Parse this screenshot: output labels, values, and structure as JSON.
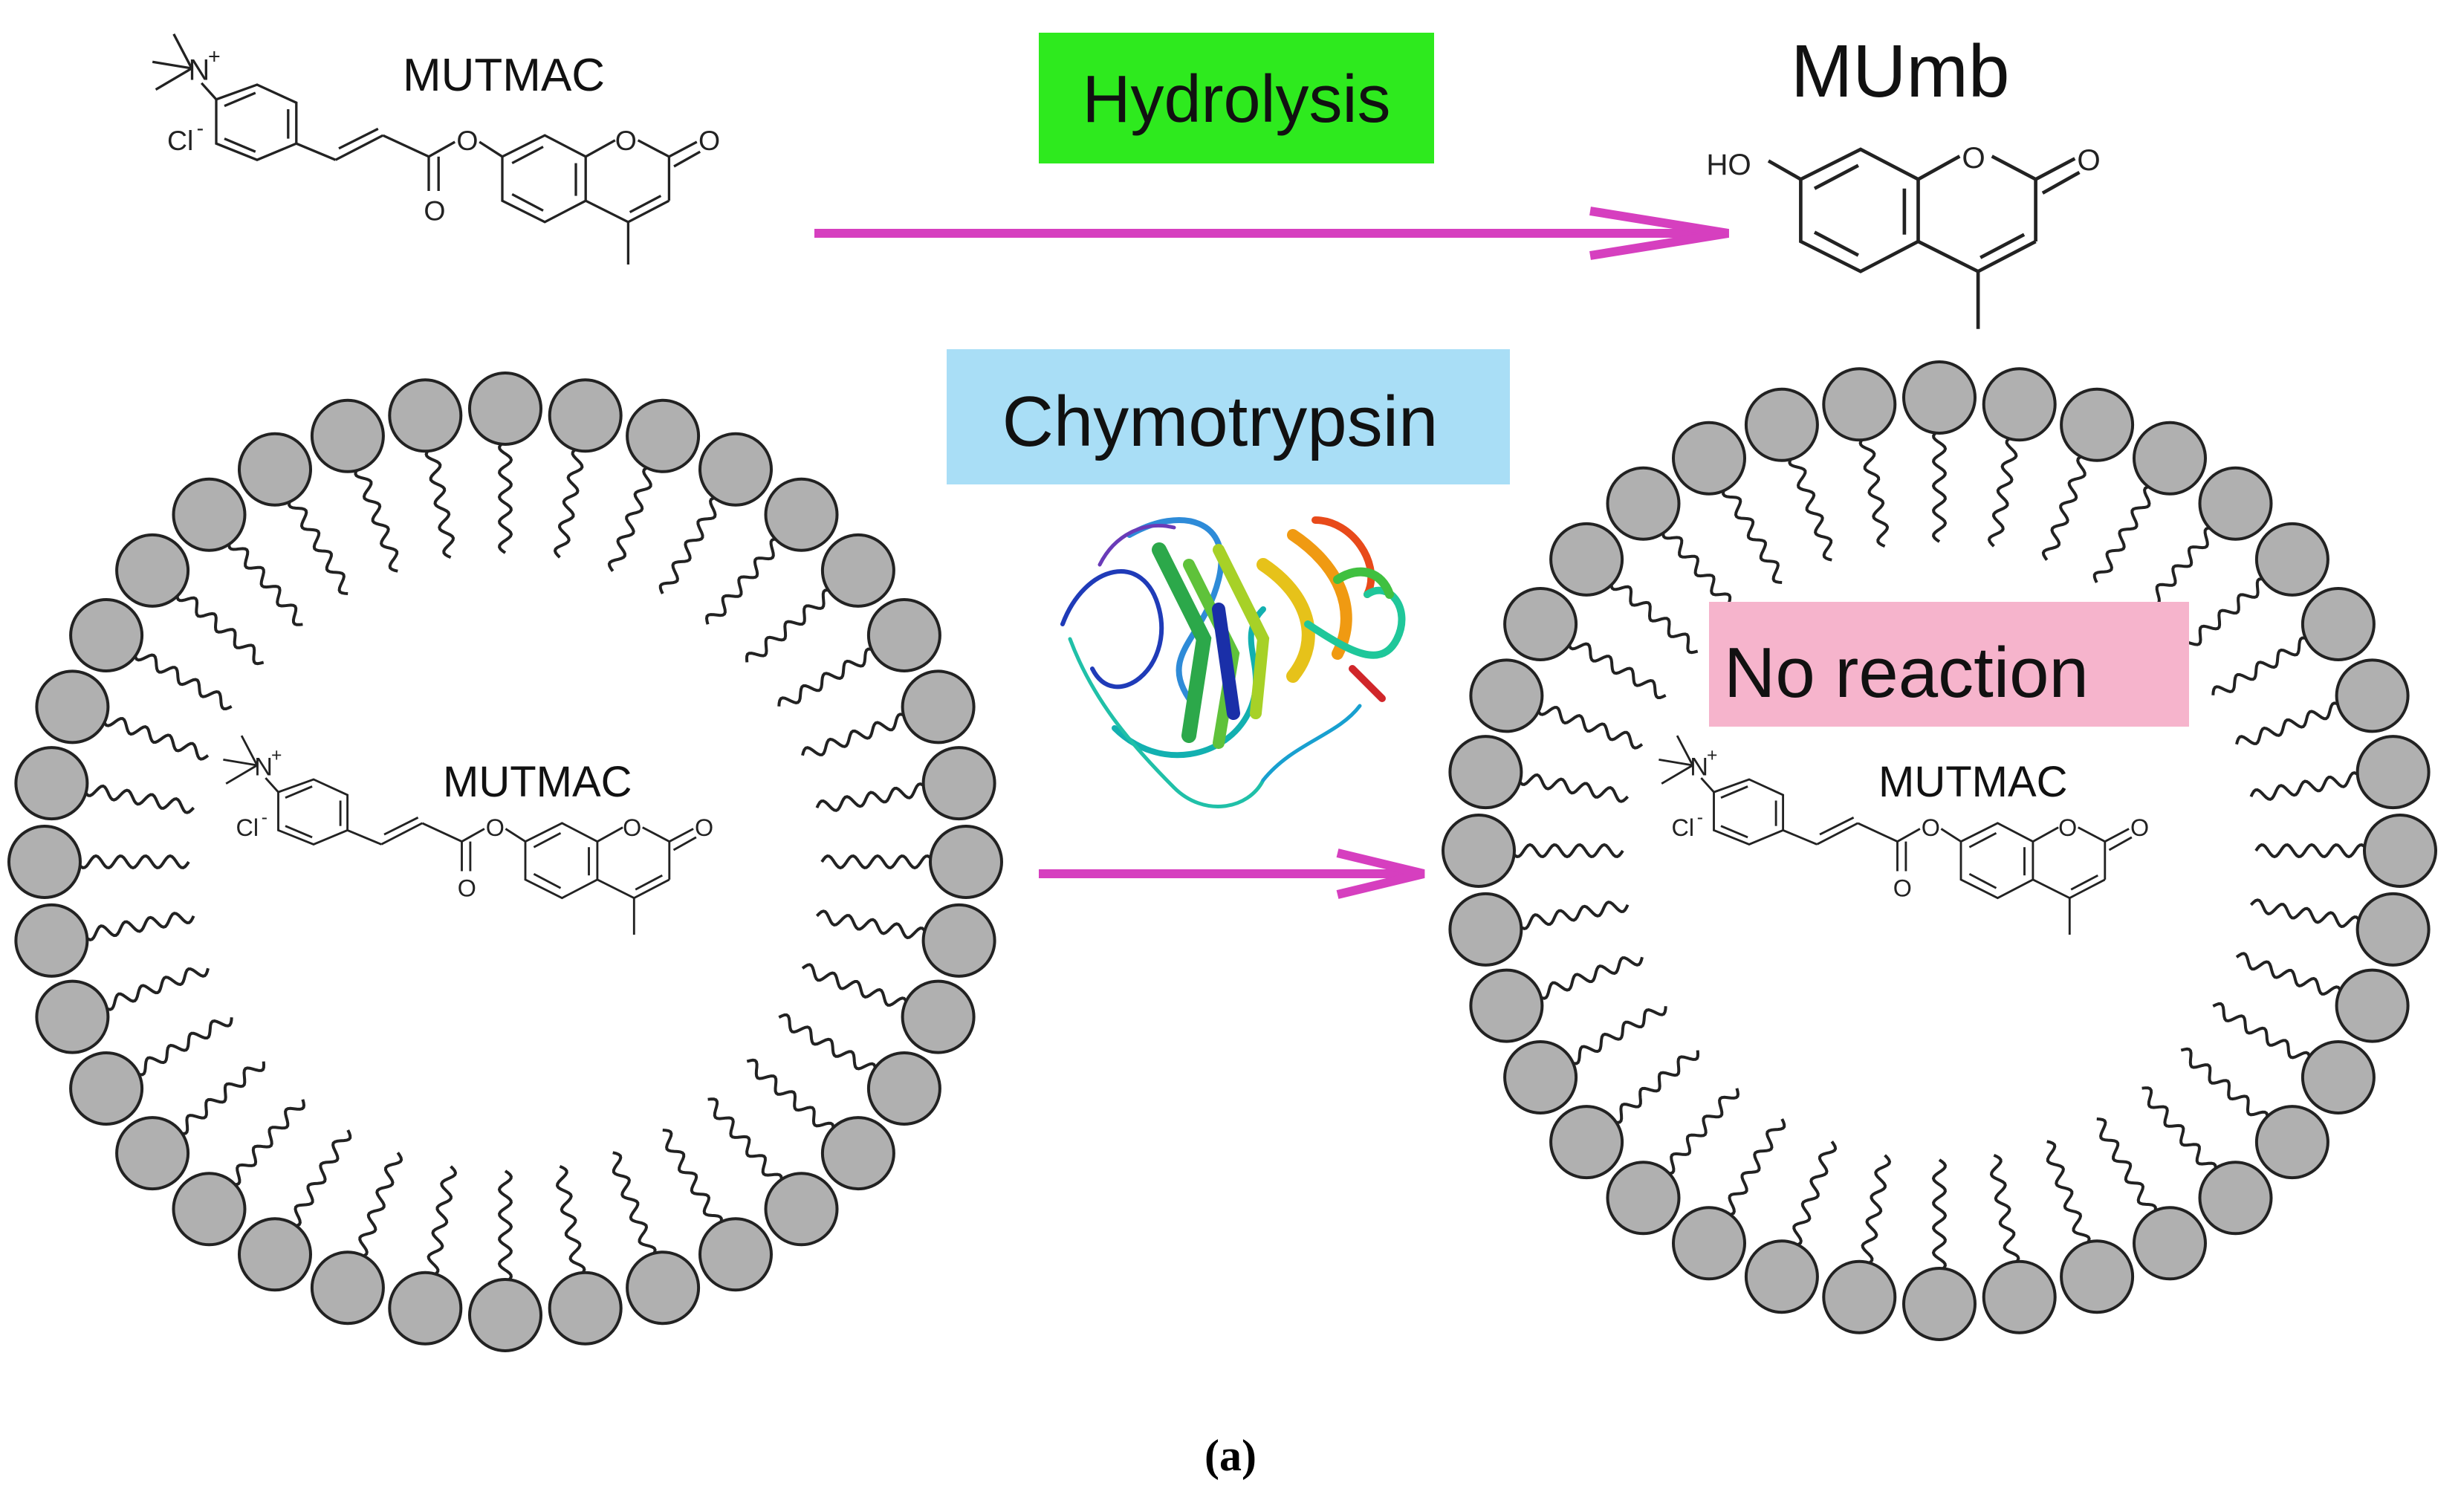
{
  "labels": {
    "mutmac_top": "MUTMAC",
    "mumb": "MUmb",
    "mutmac_left": "MUTMAC",
    "mutmac_right": "MUTMAC",
    "hydrolysis": "Hydrolysis",
    "chymotrypsin": "Chymotrypsin",
    "no_reaction": "No reaction",
    "caption": "(a)"
  },
  "chem": {
    "n_plus": "N",
    "plus": "+",
    "cl_minus": "Cl",
    "minus": "-",
    "o": "O",
    "ho": "HO"
  },
  "colors": {
    "hydrolysis_bg": "#2eea1e",
    "chymotrypsin_bg": "#a9def6",
    "no_reaction_bg": "#f6b4cc",
    "arrow": "#d63fbf",
    "lipid_head": "#b0b0b0"
  }
}
